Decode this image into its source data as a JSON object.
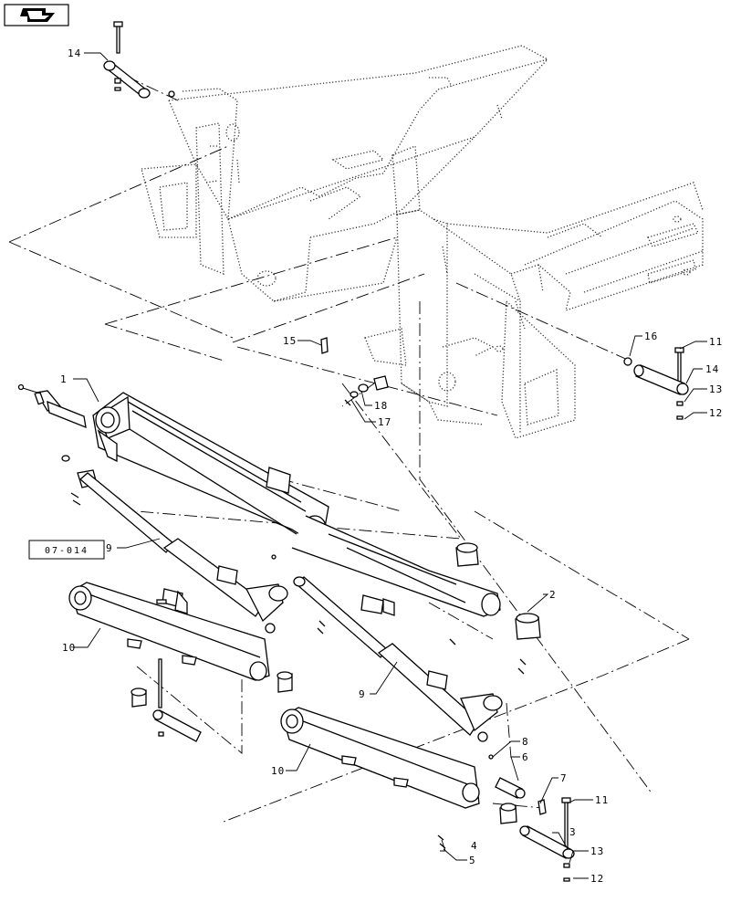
{
  "nav": {
    "icon": "back-arrow-icon"
  },
  "reference_box": {
    "label": "07-014"
  },
  "callouts": {
    "c1": "1",
    "c2": "2",
    "c3": "3",
    "c4": "4",
    "c5": "5",
    "c6": "6",
    "c7": "7",
    "c8": "8",
    "c9a": "9",
    "c9b": "9",
    "c10a": "10",
    "c10b": "10",
    "c11a": "11",
    "c11b": "11",
    "c12a": "12",
    "c12b": "12",
    "c13a": "13",
    "c13b": "13",
    "c14a": "14",
    "c14b": "14",
    "c15": "15",
    "c16": "16",
    "c17": "17",
    "c18": "18"
  },
  "colors": {
    "ink": "#000000",
    "frame_dots": "#333333",
    "background": "#ffffff"
  }
}
